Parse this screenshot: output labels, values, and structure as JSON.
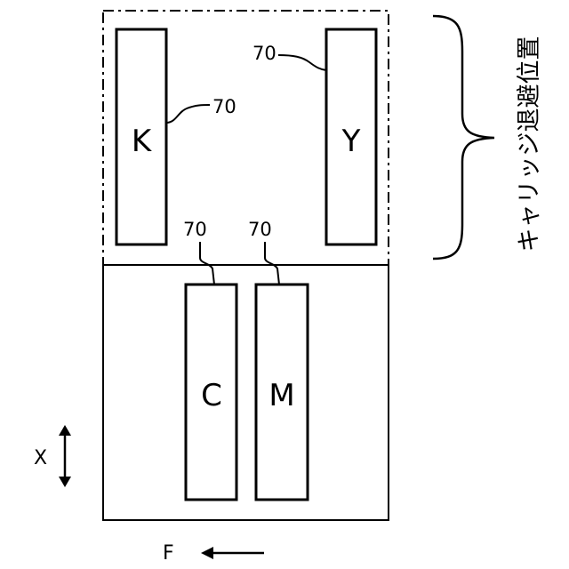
{
  "figure": {
    "carriage_retreat_label": "キャリッジ退避位置",
    "heads": [
      {
        "id": "head-k",
        "letter": "K",
        "ref": "70"
      },
      {
        "id": "head-y",
        "letter": "Y",
        "ref": "70"
      },
      {
        "id": "head-c",
        "letter": "C",
        "ref": "70"
      },
      {
        "id": "head-m",
        "letter": "M",
        "ref": "70"
      }
    ],
    "axis_x_label": "X",
    "axis_f_label": "F"
  }
}
